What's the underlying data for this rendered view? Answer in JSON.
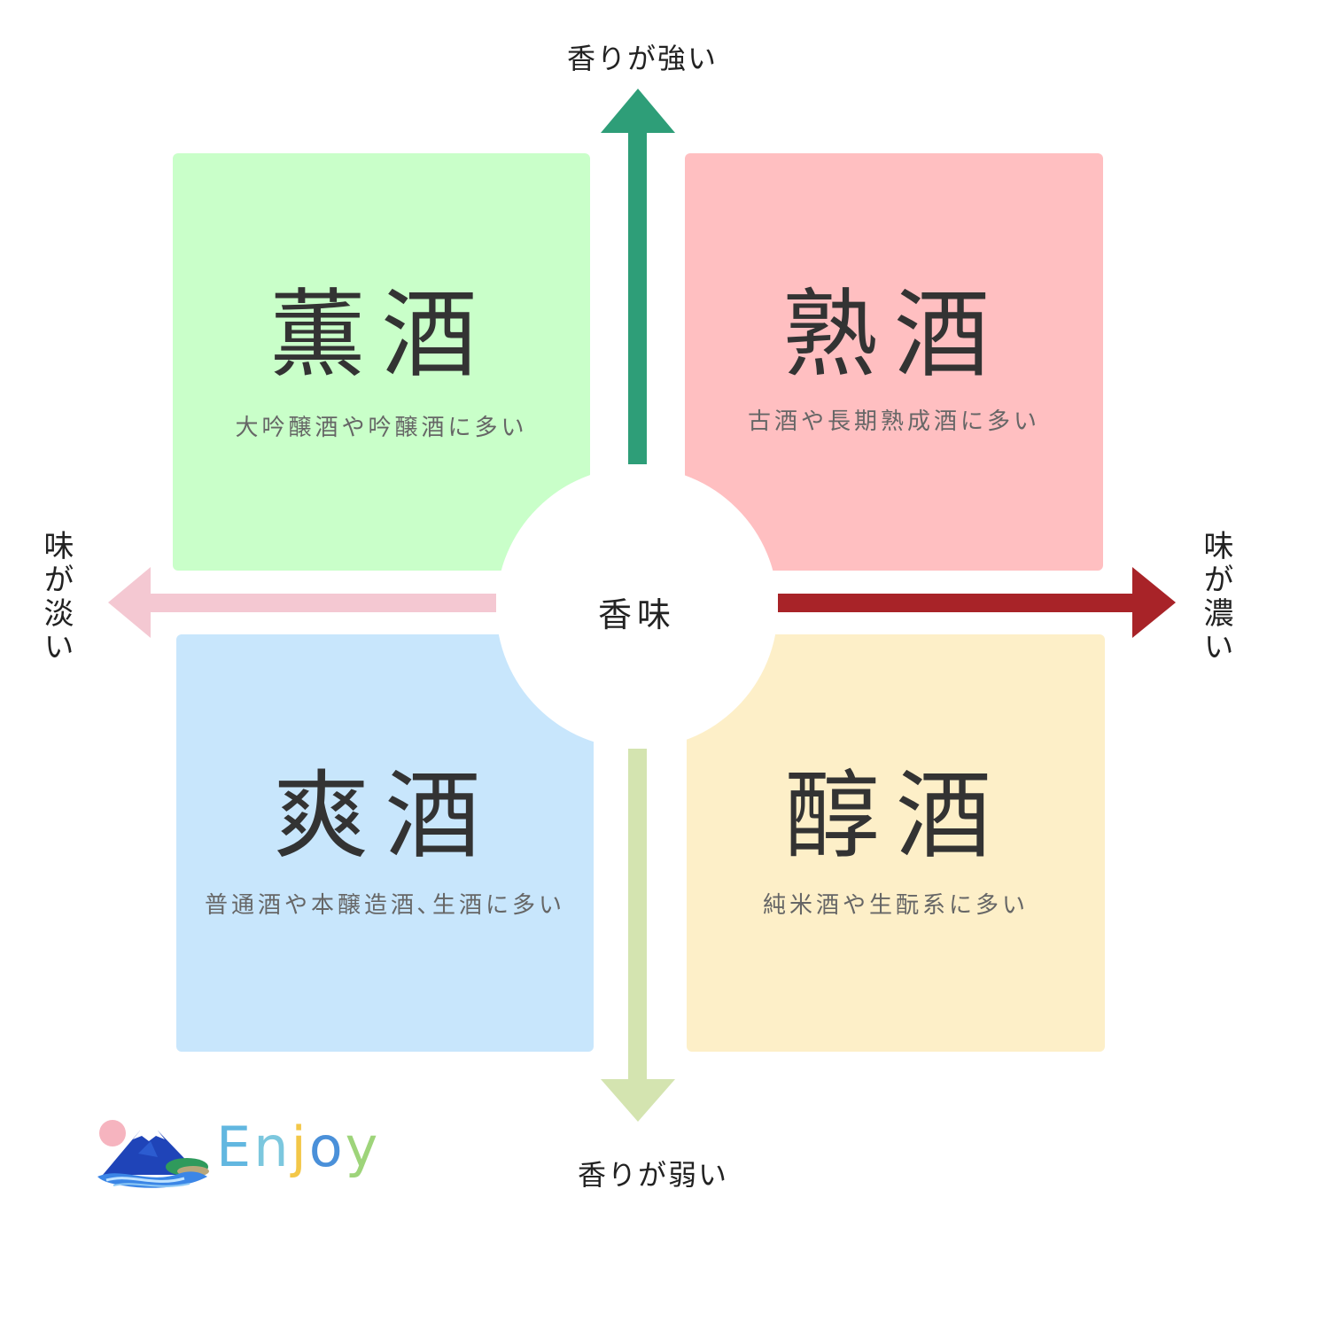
{
  "quadrants": {
    "kunshu": {
      "title": "薫酒",
      "desc": "大吟醸酒や吟醸酒に多い",
      "color": "#c9ffc9"
    },
    "jukushu": {
      "title": "熟酒",
      "desc": "古酒や長期熟成酒に多い",
      "color": "#ffbfc1"
    },
    "soushu": {
      "title": "爽酒",
      "desc": "普通酒や本醸造酒､生酒に多い",
      "color": "#c8e6fc"
    },
    "junshu": {
      "title": "醇酒",
      "desc": "純米酒や生酛系に多い",
      "color": "#fdefc8"
    }
  },
  "center": {
    "label": "香味"
  },
  "axes": {
    "top": {
      "label": "香りが強い",
      "color": "#2e9e78"
    },
    "bottom": {
      "label": "香りが弱い",
      "color": "#d4e4b0"
    },
    "left": {
      "label": "味が淡い",
      "color": "#f4c8d2"
    },
    "right": {
      "label": "味が濃い",
      "color": "#a82328"
    }
  },
  "logo": {
    "text": "Enjoy",
    "letter_colors": [
      "#62b7e0",
      "#7cc7de",
      "#f3c748",
      "#4a90d9",
      "#9ed47a"
    ]
  }
}
